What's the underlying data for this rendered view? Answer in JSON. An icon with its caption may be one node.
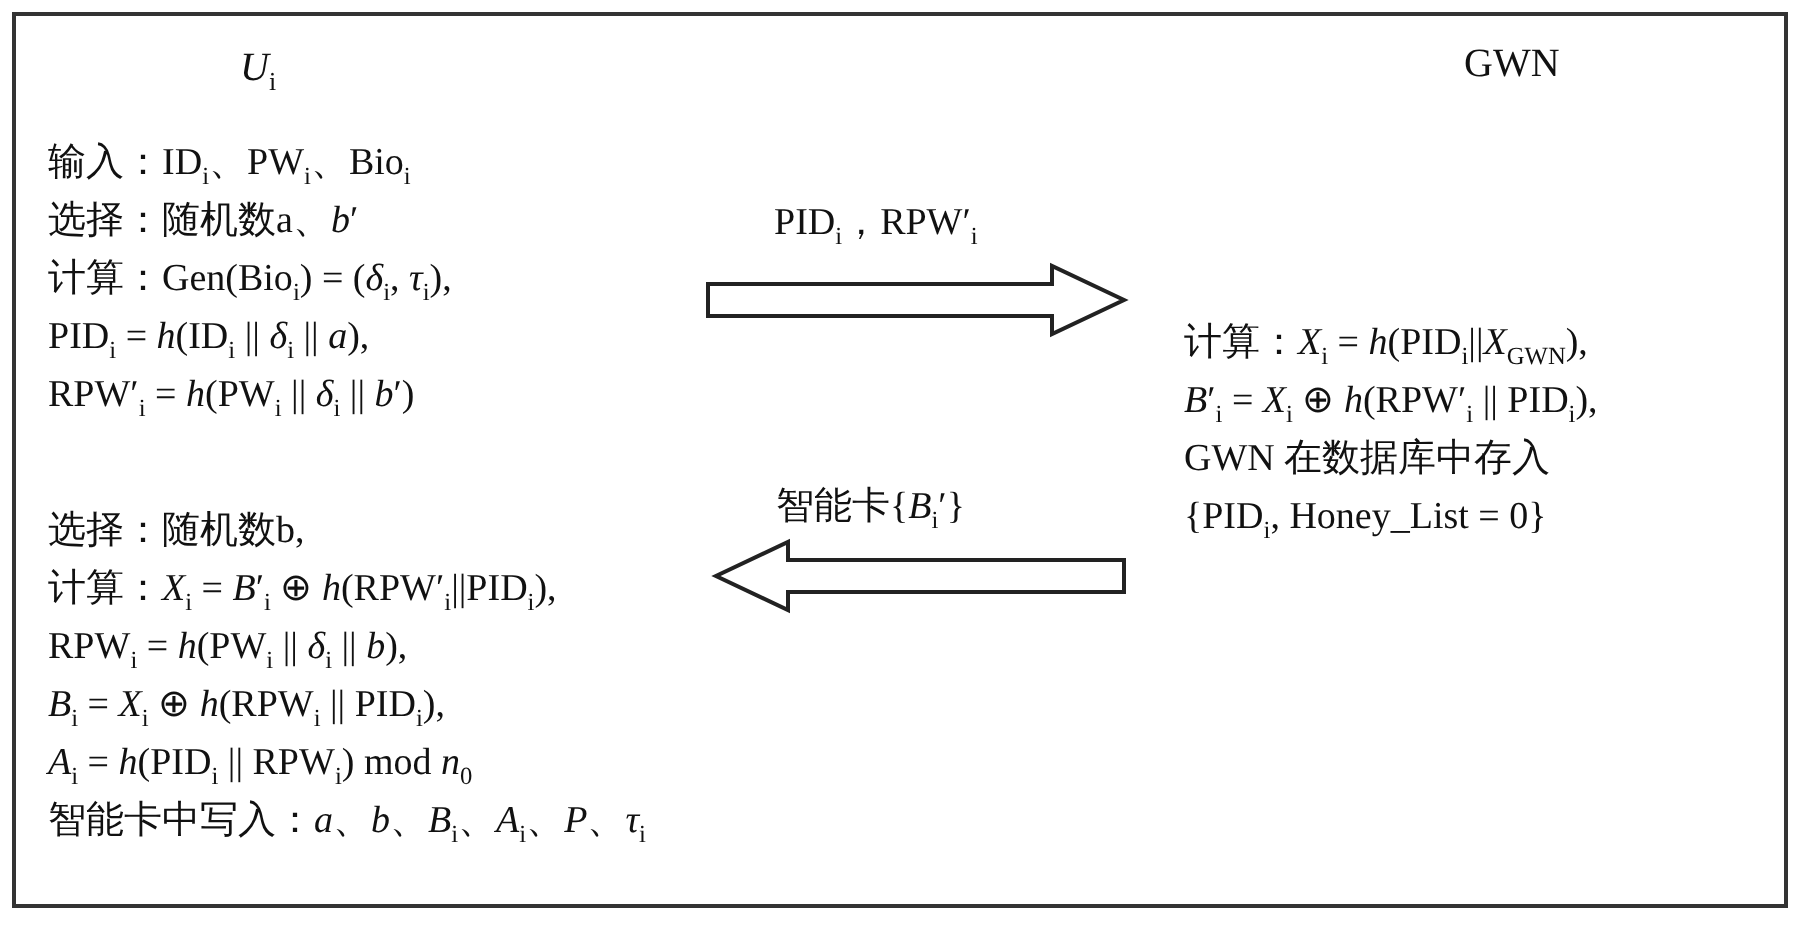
{
  "diagram": {
    "nodes": [
      {
        "text": [
          "*U*$_{i}$",
          "输入：ID$_{i}$、PW$_{i}$、Bio$_{i}$",
          "选择：随机数a、*b*′",
          "计算：Gen(Bio$_{i}$) = (*δ*$_{i}$, *τ*$_{i}$),",
          "PID$_{i}$ = *h*(ID$_{i}$ || *δ*$_{i}$ || *a*),",
          "RPW′$_{i}$ = *h*(PW$_{i}$ || *δ*$_{i}$ || *b*′)"
        ]
      },
      {
        "text": [
          "GWN",
          "计算：*X*$_{i}$ = *h*(PID$_{i}$||*X*$_{GWN}$),",
          "*B*′$_{i}$ = *X*$_{i}$ ⊕ *h*(RPW′$_{i}$ || PID$_{i}$),",
          "GWN 在数据库中存入",
          "{PID$_{i}$, Honey_List = 0}"
        ]
      },
      {
        "text": [
          "选择：随机数b,",
          "计算：*X*$_{i}$ = *B*′$_{i}$ ⊕ *h*(RPW′$_{i}$||PID$_{i}$),",
          "RPW$_{i}$ = *h*(PW$_{i}$ || *δ*$_{i}$ || *b*),",
          "*B*$_{i}$ = *X*$_{i}$ ⊕ *h*(RPW$_{i}$ || PID$_{i}$),",
          "*A*$_{i}$ = *h*(PID$_{i}$ || RPW$_{i}$) mod *n*$_{0}$",
          "智能卡中写入：*a*、*b*、*B*$_{i}$、*A*$_{i}$、*P*、*τ*$_{i}$"
        ]
      }
    ],
    "edges": [
      {
        "from": 0,
        "to": 1,
        "arrow": "to",
        "label": "PID$_{i}$，RPW′$_{i}$"
      },
      {
        "from": 1,
        "to": 2,
        "arrow": "to",
        "label": "智能卡{*B*$_{i}$′}"
      }
    ]
  }
}
